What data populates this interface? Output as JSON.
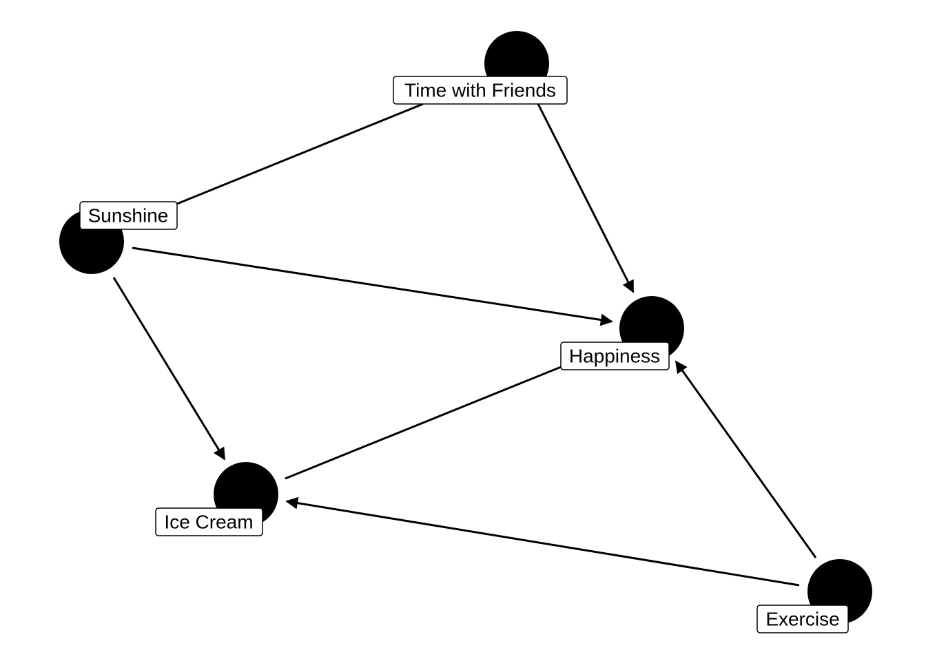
{
  "diagram": {
    "type": "directed-graph",
    "colors": {
      "node": "#000000",
      "edge": "#000000",
      "label_fill": "#ffffff",
      "label_border": "#000000",
      "background": "#ffffff"
    },
    "nodes": [
      {
        "id": "time_with_friends",
        "label": "Time with Friends"
      },
      {
        "id": "sunshine",
        "label": "Sunshine"
      },
      {
        "id": "happiness",
        "label": "Happiness"
      },
      {
        "id": "ice_cream",
        "label": "Ice Cream"
      },
      {
        "id": "exercise",
        "label": "Exercise"
      }
    ],
    "edges": [
      {
        "from": "time_with_friends",
        "to": "sunshine",
        "directed": false
      },
      {
        "from": "time_with_friends",
        "to": "happiness",
        "directed": true
      },
      {
        "from": "sunshine",
        "to": "happiness",
        "directed": true
      },
      {
        "from": "sunshine",
        "to": "ice_cream",
        "directed": true
      },
      {
        "from": "happiness",
        "to": "ice_cream",
        "directed": false
      },
      {
        "from": "exercise",
        "to": "happiness",
        "directed": true
      },
      {
        "from": "exercise",
        "to": "ice_cream",
        "directed": true
      }
    ]
  }
}
